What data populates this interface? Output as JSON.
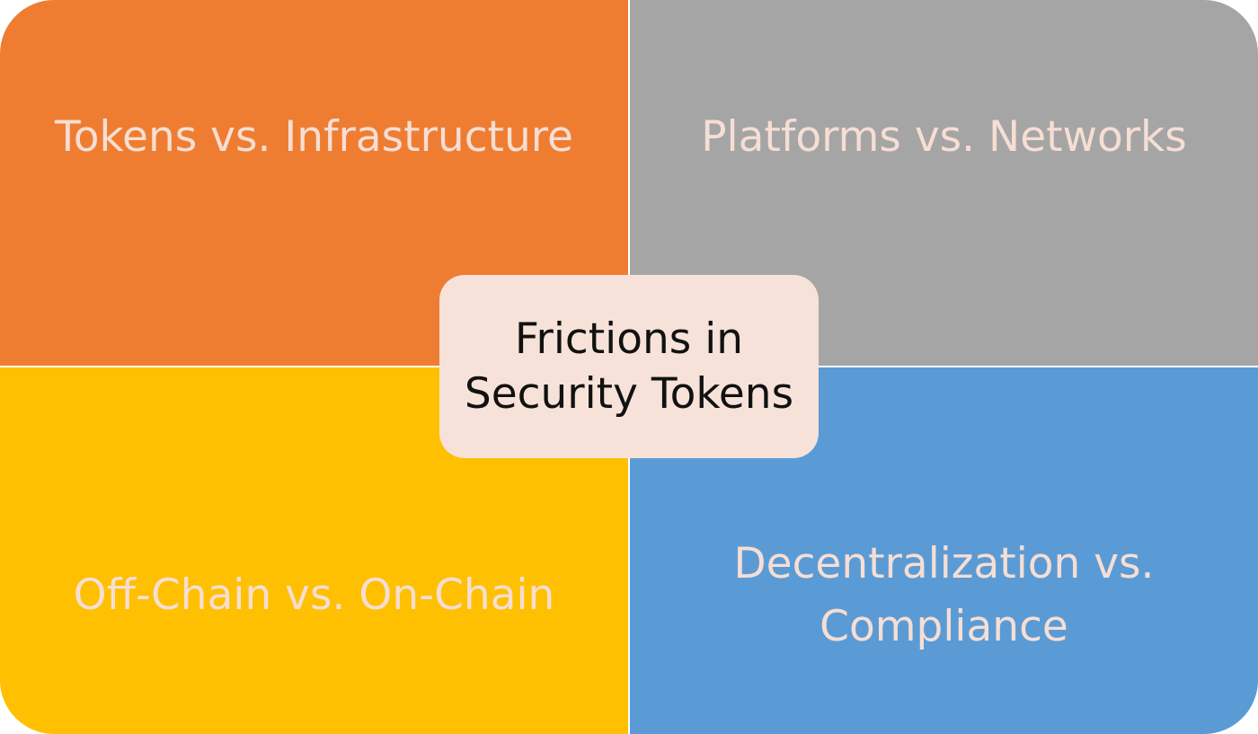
{
  "center": {
    "text": "Frictions in Security Tokens",
    "color": "#f6e2d8"
  },
  "quadrants": {
    "top_left": {
      "text": "Tokens vs. Infrastructure",
      "color": "#ef7d31"
    },
    "top_right": {
      "text": "Platforms vs. Networks",
      "color": "#a5a5a5"
    },
    "bottom_left": {
      "text": "Off-Chain vs. On-Chain",
      "color": "#fec000"
    },
    "bottom_right": {
      "text": "Decentralization vs. Compliance",
      "color": "#5b9bd5"
    }
  }
}
